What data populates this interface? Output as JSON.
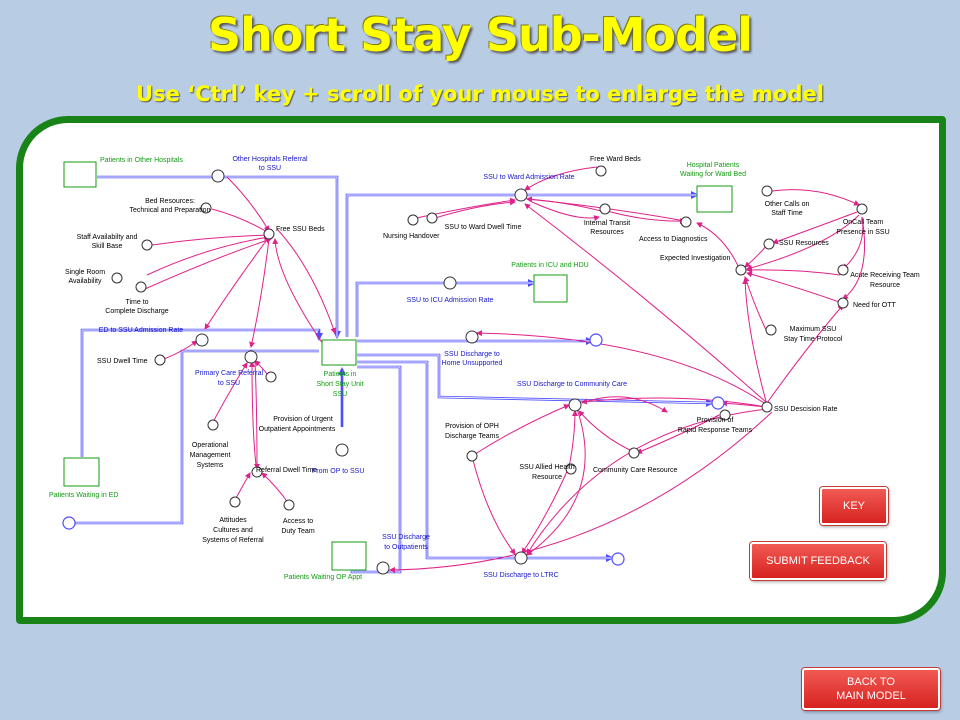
{
  "header": {
    "title": "Short Stay Sub-Model",
    "subtitle": "Use ‘Ctrl’ key + scroll of your mouse to enlarge the model"
  },
  "buttons": {
    "key": "KEY",
    "submit_feedback": "SUBMIT FEEDBACK",
    "back_line1": "BACK TO",
    "back_line2": "MAIN MODEL"
  },
  "colors": {
    "background": "#b8cce4",
    "title": "#ffff00",
    "frame_border": "#188418",
    "flow_pipe": "#4d4dff",
    "causal_link": "#e0218a",
    "stock_label": "#139b13",
    "flow_label": "#1515cc",
    "button": "#e0302d"
  },
  "diagram": {
    "stocks": {
      "patients_other_hospitals": "Patients in Other Hospitals",
      "hospital_waiting_ward_bed": [
        "Hospital Patients",
        "Waiting for Ward Bed"
      ],
      "patients_icu_hdu": "Patients in ICU and HDU",
      "patients_short_stay": [
        "Patients in",
        "Short Stay Unit",
        "SSU"
      ],
      "patients_waiting_ed": "Patients Waiting in ED",
      "patients_waiting_op": "Patients Waiting OP Appt"
    },
    "flows": {
      "other_hosp_referral": [
        "Other Hospitals Referral",
        "to SSU"
      ],
      "ssu_to_ward": "SSU to Ward Admission Rate",
      "ssu_to_icu": "SSU to ICU Admission Rate",
      "ed_to_ssu": "ED to SSU Admission Rate",
      "primary_care_referral": [
        "Primary Care Referral",
        "to SSU"
      ],
      "discharge_home": [
        "SSU Discharge to",
        "Home Unsupported"
      ],
      "discharge_community": "SSU Discharge to Community Care",
      "from_op": "From OP to SSU",
      "discharge_outpatients": [
        "SSU Discharge",
        "to Outpatients"
      ],
      "discharge_ltrc": "SSU Discharge to LTRC"
    },
    "variables": {
      "bed_resources": [
        "Bed Resources:",
        "Technical and Preparation"
      ],
      "free_ssu_beds": "Free SSU Beds",
      "staff_availability": [
        "Staff Availabilty and",
        "Skill Base"
      ],
      "single_room": [
        "Single Room",
        "Availability"
      ],
      "time_to_discharge": [
        "Time to",
        "Complete Discharge"
      ],
      "ssu_dwell_time": "SSU Dwell Time",
      "free_ward_beds": "Free Ward Beds",
      "ssu_ward_dwell": "SSU to Ward Dwell Time",
      "nursing_handover": "Nursing Handover",
      "internal_transit": [
        "Internal Transit",
        "Resources"
      ],
      "access_diagnostics": "Access to Diagnostics",
      "other_calls": [
        "Other Calls on",
        "Staff Time"
      ],
      "oncall_team": [
        "OnCall Team",
        "Presence in SSU"
      ],
      "ssu_resources": "SSU Resources",
      "expected_investigation": "Expected Investigation",
      "acute_receiving": [
        "Acute Receiving Team",
        "Resource"
      ],
      "need_for_ott": "Need for OTT",
      "max_ssu_stay": [
        "Maximum SSU",
        "Stay Time Protocol"
      ],
      "ssu_decision_rate": "SSU Descision Rate",
      "provision_urgent": [
        "Provision of Urgent",
        "Outpatient Appointments"
      ],
      "operational_mgmt": [
        "Operational",
        "Management",
        "Systems"
      ],
      "referral_dwell": "Referral Dwell Time",
      "attitudes": [
        "Attitudes",
        "Cultures and",
        "Systems of Referral"
      ],
      "access_duty": [
        "Access to",
        "Duty Team"
      ],
      "provision_oph": [
        "Provision of OPH",
        "Discharge Teams"
      ],
      "allied_health": [
        "SSU Allied Health",
        "Resource"
      ],
      "community_care_res": "Community Care Resource",
      "rapid_response": [
        "Provision of",
        "Rapid Response Teams"
      ]
    }
  }
}
